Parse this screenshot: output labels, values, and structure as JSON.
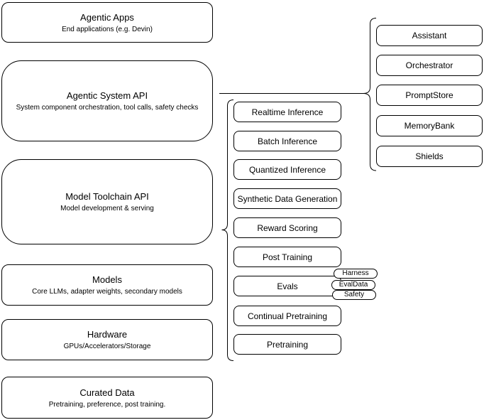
{
  "diagram": {
    "colors": {
      "stroke": "#000000",
      "background": "#ffffff",
      "text": "#000000"
    },
    "left_stack": [
      {
        "title": "Agentic Apps",
        "subtitle": "End applications (e.g. Devin)"
      },
      {
        "title": "Agentic System API",
        "subtitle": "System component orchestration, tool calls, safety checks"
      },
      {
        "title": "Model Toolchain API",
        "subtitle": "Model development & serving"
      },
      {
        "title": "Models",
        "subtitle": "Core LLMs, adapter weights, secondary models"
      },
      {
        "title": "Hardware",
        "subtitle": "GPUs/Accelerators/Storage"
      },
      {
        "title": "Curated Data",
        "subtitle": "Pretraining, preference, post training."
      }
    ],
    "toolchain_services": [
      "Realtime Inference",
      "Batch Inference",
      "Quantized Inference",
      "Synthetic Data Generation",
      "Reward Scoring",
      "Post Training",
      "Evals",
      "Continual Pretraining",
      "Pretraining"
    ],
    "eval_components": [
      "Harness",
      "EvalData",
      "Safety"
    ],
    "system_components": [
      "Assistant",
      "Orchestrator",
      "PromptStore",
      "MemoryBank",
      "Shields"
    ]
  }
}
